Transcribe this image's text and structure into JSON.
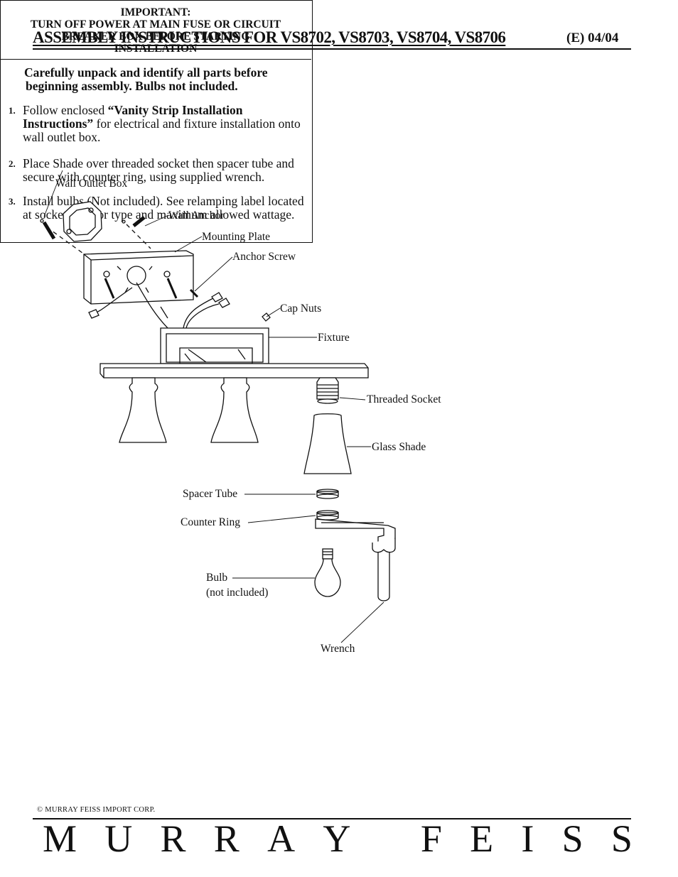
{
  "header": {
    "title": "ASSEMBLY INSTRUCTIONS FOR VS8702, VS8703, VS8704, VS8706",
    "revision": "(E)  04/04"
  },
  "notice": {
    "important_lines": [
      "IMPORTANT:",
      "TURN OFF POWER AT MAIN FUSE OR CIRCUIT",
      "BREAKER BOX BEFORE STARTING",
      "INSTALLATION"
    ],
    "unpack_lines": [
      "Carefully unpack and identify all parts before",
      "beginning assembly. Bulbs not included."
    ],
    "steps": [
      {
        "number": "1.",
        "pre": "Follow enclosed ",
        "bold": "“Vanity Strip Installation Instructions”",
        "post": " for electrical and fixture installation onto wall outlet box."
      },
      {
        "number": "2.",
        "pre": "Place Shade over threaded socket then spacer tube and secure with counter ring, using supplied wrench.",
        "bold": "",
        "post": ""
      },
      {
        "number": "3.",
        "pre": "Install bulbs (Not included). See relamping label located at socket area for type and maximum allowed wattage.",
        "bold": "",
        "post": ""
      }
    ]
  },
  "diagram_labels": {
    "wall_outlet_box": "Wall Outlet Box",
    "wall_anchor": "Wall Anchor",
    "mounting_plate": "Mounting Plate",
    "anchor_screw": "Anchor Screw",
    "cap_nuts": "Cap Nuts",
    "fixture": "Fixture",
    "threaded_socket": "Threaded Socket",
    "glass_shade": "Glass Shade",
    "spacer_tube": "Spacer Tube",
    "counter_ring": "Counter Ring",
    "bulb": "Bulb",
    "bulb_note": "(not included)",
    "wrench": "Wrench"
  },
  "footer": {
    "copyright": "© MURRAY FEISS IMPORT CORP.",
    "brand_letters": [
      "M",
      "U",
      "R",
      "R",
      "A",
      "Y",
      "",
      "F",
      "E",
      "I",
      "S",
      "S"
    ]
  }
}
